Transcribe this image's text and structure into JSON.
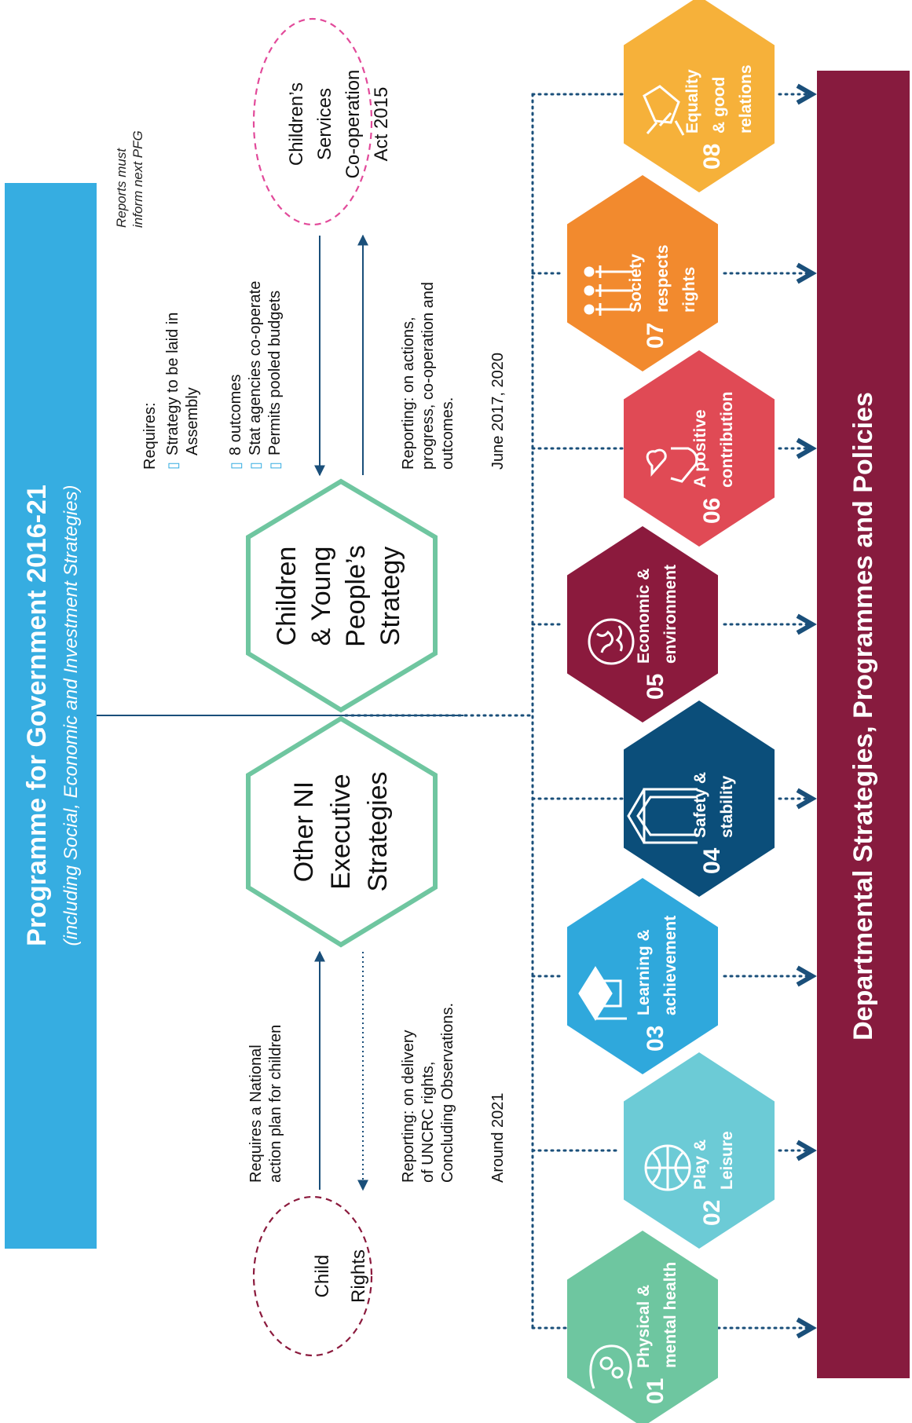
{
  "title": {
    "main": "Programme for Government 2016-21",
    "sub": "(including Social, Economic and Investment Strategies)"
  },
  "reports_note": [
    "Reports must",
    "inform next PFG"
  ],
  "other_strategies": [
    "Other NI",
    "Executive",
    "Strategies"
  ],
  "cyps": [
    "Children",
    "& Young",
    "People’s",
    "Strategy"
  ],
  "child_rights": [
    "Child",
    "Rights"
  ],
  "childrens_services": [
    "Children’s",
    "Services",
    "Co-operation",
    "Act 2015"
  ],
  "requires_national": [
    "Requires a National",
    "action plan for children"
  ],
  "reporting_uncrc": [
    "Reporting: on delivery",
    "of UNCRC rights,",
    "Concluding Observations."
  ],
  "around": "Around 2021",
  "requires_list": {
    "heading": "Requires:",
    "lines": [
      "Strategy to be laid in",
      "Assembly",
      "8 outcomes",
      "Stat agencies co-operate",
      "Permits pooled budgets"
    ],
    "bullet": "▯"
  },
  "reporting_actions": [
    "Reporting: on actions,",
    "progress, co-operation and",
    "outcomes."
  ],
  "june": "June 2017, 2020",
  "outcomes": [
    {
      "num": "01",
      "line1": "Physical &",
      "line2": "mental health",
      "color": "#6ec6a0",
      "icon": "head-gears-icon"
    },
    {
      "num": "02",
      "line1": "Play &",
      "line2": "Leisure",
      "color": "#6ccbd6",
      "icon": "basketball-icon"
    },
    {
      "num": "03",
      "line1": "Learning &",
      "line2": "achievement",
      "color": "#2fa8dc",
      "icon": "graduation-cap-icon"
    },
    {
      "num": "04",
      "line1": "Safety &",
      "line2": "stability",
      "color": "#0b4e7a",
      "icon": "house-icon"
    },
    {
      "num": "05",
      "line1": "Economic &",
      "line2": "environment",
      "color": "#8b1a3d",
      "icon": "globe-icon"
    },
    {
      "num": "06",
      "line1": "A positive",
      "line2": "contribution",
      "color": "#e04a55",
      "icon": "hand-heart-icon"
    },
    {
      "num": "07",
      "line1": "Society",
      "line2": "respects",
      "line3": "rights",
      "color": "#f28a2e",
      "icon": "people-icon"
    },
    {
      "num": "08",
      "line1": "Equality",
      "line2": "& good",
      "line3": "relations",
      "color": "#f6b13a",
      "icon": "handshake-icon"
    }
  ],
  "departmental": "Departmental Strategies, Programmes and Policies",
  "colors": {
    "pfg_blue": "#36ade1",
    "hex_border": "#6fc6a0",
    "arrow_blue": "#1a4f7a",
    "child_rights_dash": "#8b1a3d",
    "childrens_services_dash": "#e24a9a",
    "departmental_bar": "#871b3e"
  }
}
